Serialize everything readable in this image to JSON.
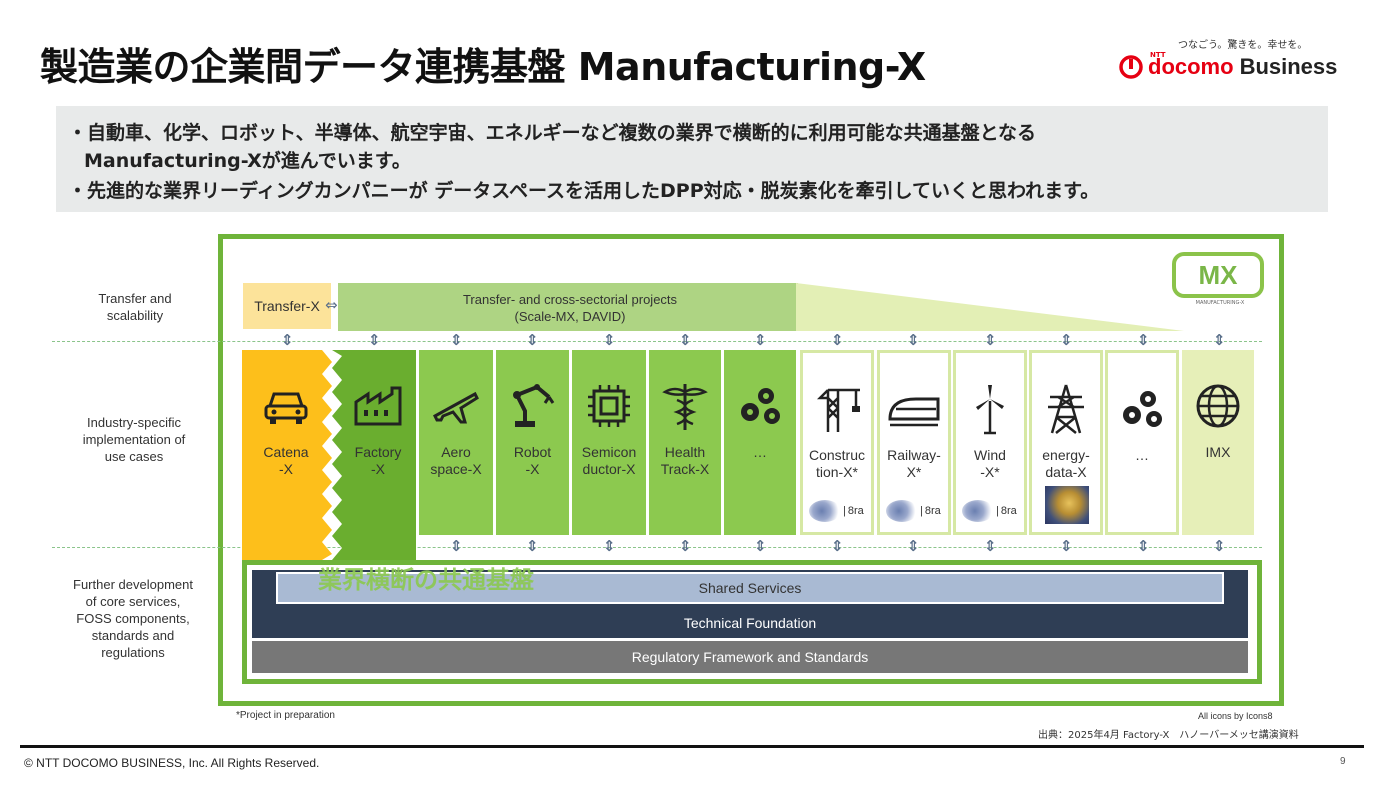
{
  "header": {
    "title": "製造業の企業間データ連携基盤 Manufacturing-X",
    "logo_tagline": "つなごう。驚きを。幸せを。",
    "logo_ntt": "NTT",
    "logo_brand": "docomo",
    "logo_business": "Business"
  },
  "summary": {
    "bullet1_line1": "・自動車、化学、ロボット、半導体、航空宇宙、エネルギーなど複数の業界で横断的に利用可能な共通基盤となる",
    "bullet1_line2": "Manufacturing-Xが進んでいます。",
    "bullet2": "・先進的な業界リーディングカンパニーが データスペースを活用したDPP対応・脱炭素化を牽引していくと思われます。"
  },
  "diagram": {
    "row_labels": {
      "transfer": "Transfer and\nscalability",
      "industry": "Industry-specific\nimplementation of\nuse cases",
      "further": "Further development\nof core services,\nFOSS components,\nstandards and\nregulations"
    },
    "transfer_x": "Transfer-X",
    "cross_projects": "Transfer- and cross-sectorial projects\n(Scale-MX, DAVID)",
    "mx_logo": "MX",
    "mx_logo_sub": "MANUFACTURING-X",
    "columns": [
      {
        "label": "Catena\n-X",
        "icon": "car-icon"
      },
      {
        "label": "Factory\n-X",
        "icon": "factory-icon"
      },
      {
        "label": "Aero\nspace-X",
        "icon": "airplane-icon"
      },
      {
        "label": "Robot\n-X",
        "icon": "robot-arm-icon"
      },
      {
        "label": "Semicon\nductor-X",
        "icon": "chip-icon"
      },
      {
        "label": "Health\nTrack-X",
        "icon": "caduceus-icon"
      },
      {
        "label": "…",
        "icon": "gears-icon"
      },
      {
        "label": "Construc\ntion-X*",
        "icon": "crane-icon",
        "badge": "8ra"
      },
      {
        "label": "Railway-\nX*",
        "icon": "train-icon",
        "badge": "8ra"
      },
      {
        "label": "Wind\n-X*",
        "icon": "wind-turbine-icon",
        "badge": "8ra"
      },
      {
        "label": "energy-\ndata-X",
        "icon": "power-tower-icon"
      },
      {
        "label": "…",
        "icon": "gears-icon"
      },
      {
        "label": "IMX",
        "icon": "globe-icon"
      }
    ],
    "overlay_text": "業界横断の共通基盤",
    "layers": {
      "shared": "Shared Services",
      "technical": "Technical Foundation",
      "regulatory": "Regulatory Framework and Standards"
    },
    "footnote": "*Project in preparation",
    "icons_credit": "All icons by Icons8",
    "source": "出典：2025年4月 Factory-X　ハノーバーメッセ講演資料"
  },
  "footer": {
    "copyright": "© NTT DOCOMO BUSINESS, Inc. All Rights Reserved.",
    "page_number": "9"
  },
  "colors": {
    "frame_green": "#6fb43a",
    "column_green": "#8cc94f",
    "factory_green": "#6aae2f",
    "catena_yellow": "#fdbf1b",
    "light_green": "#d6e8a4",
    "navy": "#2f3e55",
    "slate_blue": "#a9bad3",
    "gray": "#777777",
    "brand_red": "#e60012"
  }
}
